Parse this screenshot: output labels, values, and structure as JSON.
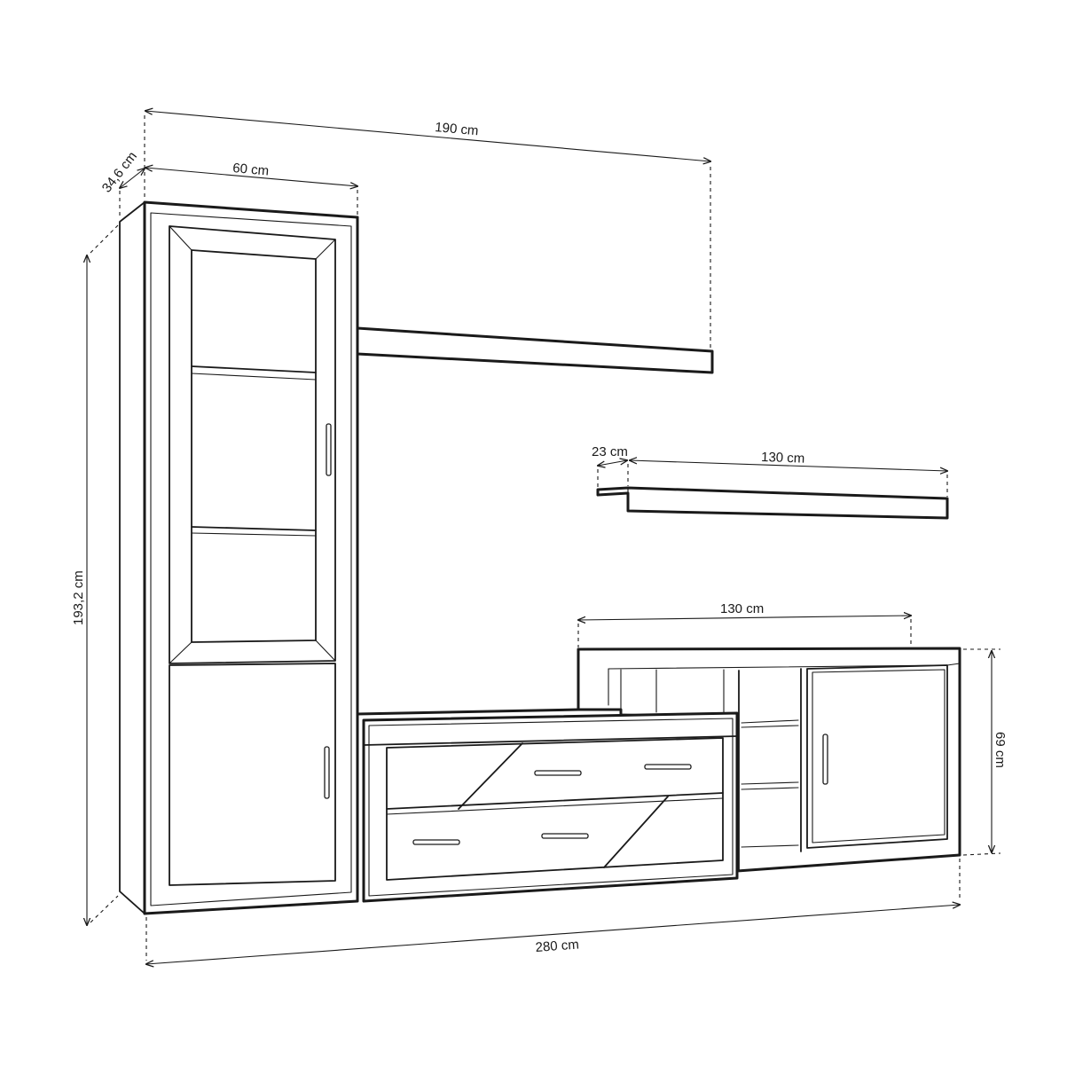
{
  "dimensions": {
    "total_top_width": "190 cm",
    "depth": "34,6 cm",
    "cabinet_width": "60 cm",
    "total_height": "193,2 cm",
    "shelf_depth": "23 cm",
    "shelf_width": "130 cm",
    "tv_unit_width": "130 cm",
    "tv_unit_height": "69 cm",
    "total_width": "280 cm"
  }
}
